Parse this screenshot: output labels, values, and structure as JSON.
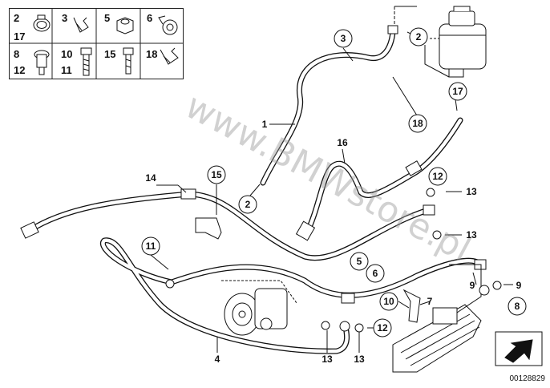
{
  "watermark": "www.BMWstore.pl",
  "reference_number": "00128829",
  "legend": [
    {
      "top": "2",
      "bottom": "17",
      "icon": "hose-clamp-icon"
    },
    {
      "top": "3",
      "bottom": "",
      "icon": "clip-icon"
    },
    {
      "top": "5",
      "bottom": "",
      "icon": "nut-icon"
    },
    {
      "top": "6",
      "bottom": "",
      "icon": "bracket-clamp-icon"
    },
    {
      "top": "8",
      "bottom": "12",
      "icon": "banjo-bolt-icon"
    },
    {
      "top": "10",
      "bottom": "11",
      "icon": "bolt-icon"
    },
    {
      "top": "15",
      "bottom": "",
      "icon": "screw-icon"
    },
    {
      "top": "18",
      "bottom": "",
      "icon": "holder-icon"
    }
  ],
  "callouts": {
    "c3": "3",
    "c2a": "2",
    "c17": "17",
    "c18": "18",
    "c1": "1",
    "c16": "16",
    "c12a": "12",
    "c13a": "13",
    "c14": "14",
    "c15": "15",
    "c2b": "2",
    "c13b": "13",
    "c11": "11",
    "c5": "5",
    "c6": "6",
    "c9a": "9",
    "c9b": "9",
    "c7": "7",
    "c10": "10",
    "c8": "8",
    "c4": "4",
    "c13c": "13",
    "c13d": "13",
    "c12b": "12"
  }
}
